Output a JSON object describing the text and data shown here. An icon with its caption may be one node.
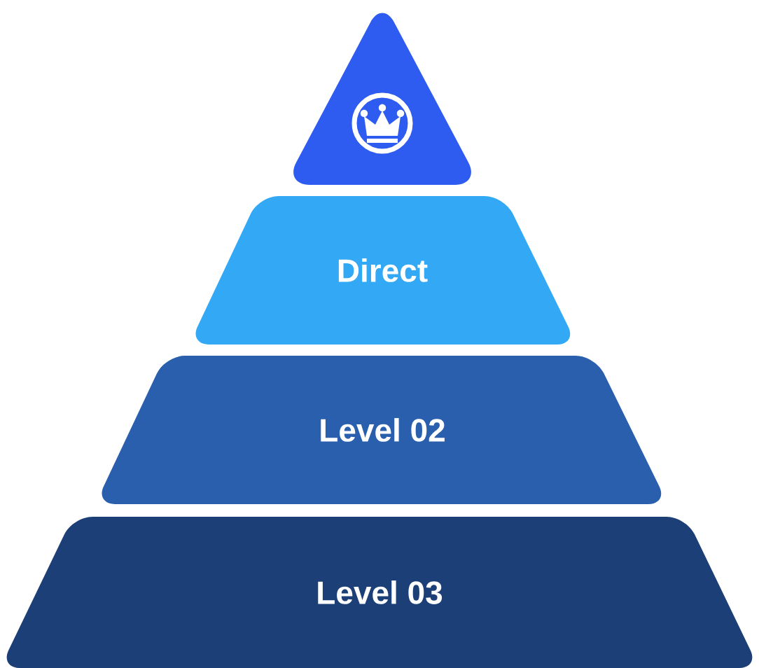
{
  "diagram": {
    "nodes": [
      {
        "text": [],
        "shape": "triangle"
      },
      {
        "text": [
          "Direct"
        ]
      },
      {
        "text": [
          "Level 02"
        ]
      },
      {
        "text": [
          "Level 03"
        ]
      }
    ]
  }
}
